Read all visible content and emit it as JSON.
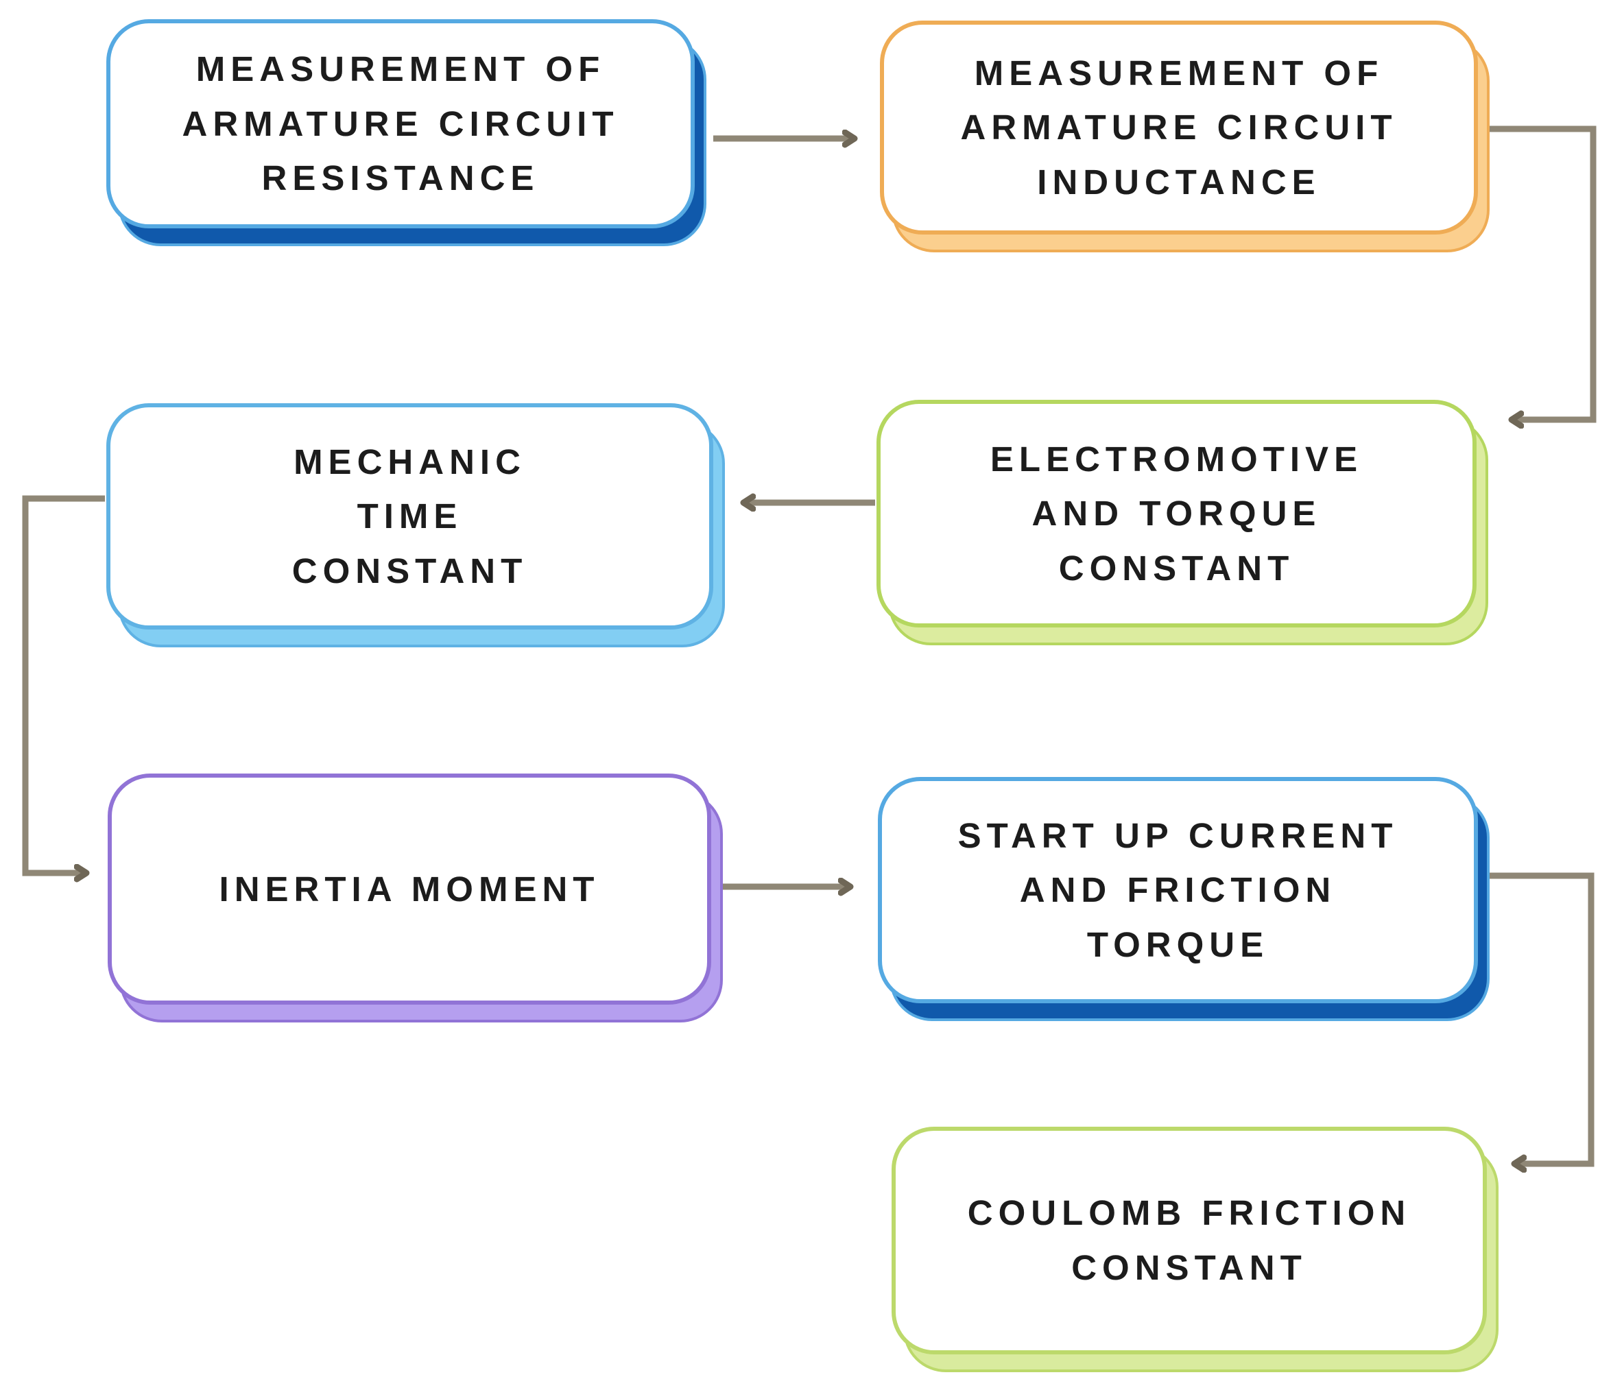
{
  "diagram": {
    "background_color": "#FFFFFF",
    "text_color": "#1C1C1C",
    "connector_color": "#8F8776",
    "arrowhead_color": "#6F6757",
    "node_fill_color": "#FFFFFF",
    "nodes": [
      {
        "id": "armature-resistance",
        "label": "MEASUREMENT OF\nARMATURE CIRCUIT\nRESISTANCE",
        "border_color": "#55A9E2",
        "shadow_color": "#1059AB"
      },
      {
        "id": "armature-inductance",
        "label": "MEASUREMENT OF\nARMATURE CIRCUIT\nINDUCTANCE",
        "border_color": "#EFAC55",
        "shadow_color": "#FBCF8E"
      },
      {
        "id": "mechanic-time-constant",
        "label": "MECHANIC\nTIME\nCONSTANT",
        "border_color": "#5FB2E4",
        "shadow_color": "#82CEF3"
      },
      {
        "id": "electromotive-torque-constant",
        "label": "ELECTROMOTIVE\nAND TORQUE\nCONSTANT",
        "border_color": "#B5D75F",
        "shadow_color": "#DCEC9F"
      },
      {
        "id": "inertia-moment",
        "label": "INERTIA MOMENT",
        "border_color": "#9173D6",
        "shadow_color": "#B59FEF"
      },
      {
        "id": "startup-current-friction-torque",
        "label": "START UP CURRENT\nAND FRICTION\nTORQUE",
        "border_color": "#55A9E2",
        "shadow_color": "#1059AB"
      },
      {
        "id": "coulomb-friction-constant",
        "label": "COULOMB FRICTION\nCONSTANT",
        "border_color": "#BCD96B",
        "shadow_color": "#D9EB9E"
      }
    ],
    "connections": [
      {
        "from": "armature-resistance",
        "to": "armature-inductance"
      },
      {
        "from": "armature-inductance",
        "to": "electromotive-torque-constant"
      },
      {
        "from": "electromotive-torque-constant",
        "to": "mechanic-time-constant"
      },
      {
        "from": "mechanic-time-constant",
        "to": "inertia-moment"
      },
      {
        "from": "inertia-moment",
        "to": "startup-current-friction-torque"
      },
      {
        "from": "startup-current-friction-torque",
        "to": "coulomb-friction-constant"
      }
    ]
  }
}
